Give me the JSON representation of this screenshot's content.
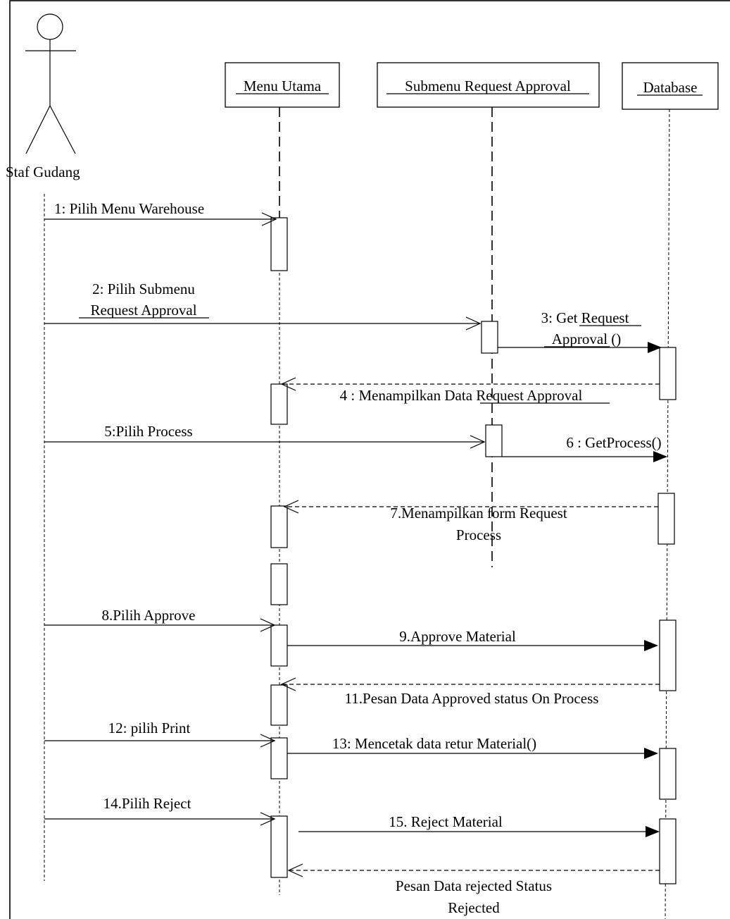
{
  "actor": {
    "name": "Staf Gudang"
  },
  "lifelines": [
    {
      "id": "menu",
      "name": "Menu Utama"
    },
    {
      "id": "submenu",
      "name": "Submenu Request Approval"
    },
    {
      "id": "db",
      "name": "Database"
    }
  ],
  "messages": [
    {
      "lines": [
        "1:  Pilih Menu Warehouse"
      ]
    },
    {
      "lines": [
        "2: Pilih Submenu",
        "Request Approval"
      ]
    },
    {
      "lines": [
        "3: Get  Request",
        "Approval ()"
      ]
    },
    {
      "lines": [
        "4 : Menampilkan Data Request Approval"
      ]
    },
    {
      "lines": [
        "5:Pilih Process"
      ]
    },
    {
      "lines": [
        "6 : GetProcess()"
      ]
    },
    {
      "lines": [
        "7.Menampilkan form Request",
        "Process"
      ]
    },
    {
      "lines": [
        "8.Pilih Approve"
      ]
    },
    {
      "lines": [
        "9.Approve Material"
      ]
    },
    {
      "lines": [
        "11.Pesan Data Approved status On Process"
      ]
    },
    {
      "lines": [
        "12: pilih Print"
      ]
    },
    {
      "lines": [
        "13: Mencetak data retur Material()"
      ]
    },
    {
      "lines": [
        "14.Pilih Reject"
      ]
    },
    {
      "lines": [
        "15. Reject Material"
      ]
    },
    {
      "lines": [
        "Pesan Data rejected Status",
        "Rejected"
      ]
    }
  ]
}
